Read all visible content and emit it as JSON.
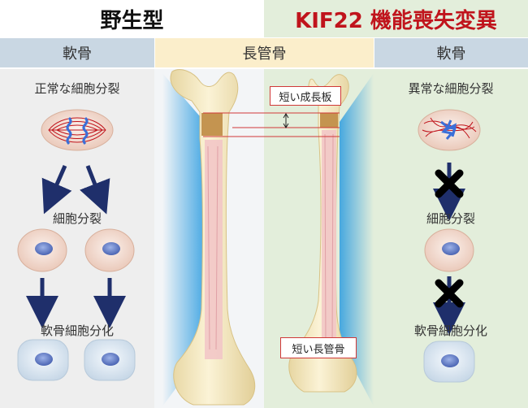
{
  "titles": {
    "wild_type": "野生型",
    "mutant": "KIF22 機能喪失変異"
  },
  "headers": {
    "left": "軟骨",
    "center": "長管骨",
    "right": "軟骨"
  },
  "left_panel": {
    "normal_division": "正常な細胞分裂",
    "cell_division": "細胞分裂",
    "differentiation": "軟骨細胞分化"
  },
  "right_panel": {
    "abnormal_division": "異常な細胞分裂",
    "cell_division": "細胞分裂",
    "differentiation": "軟骨細胞分化"
  },
  "bone": {
    "short_growth_plate": "短い成長板",
    "short_long_bone": "短い長管骨"
  },
  "colors": {
    "title_red": "#c0141c",
    "header_blue": "#c9d7e3",
    "header_cream": "#fbeecb",
    "mutant_green": "#e3eedb",
    "cartilage_gray": "#ededed",
    "arrow_navy": "#1f2f6b"
  }
}
